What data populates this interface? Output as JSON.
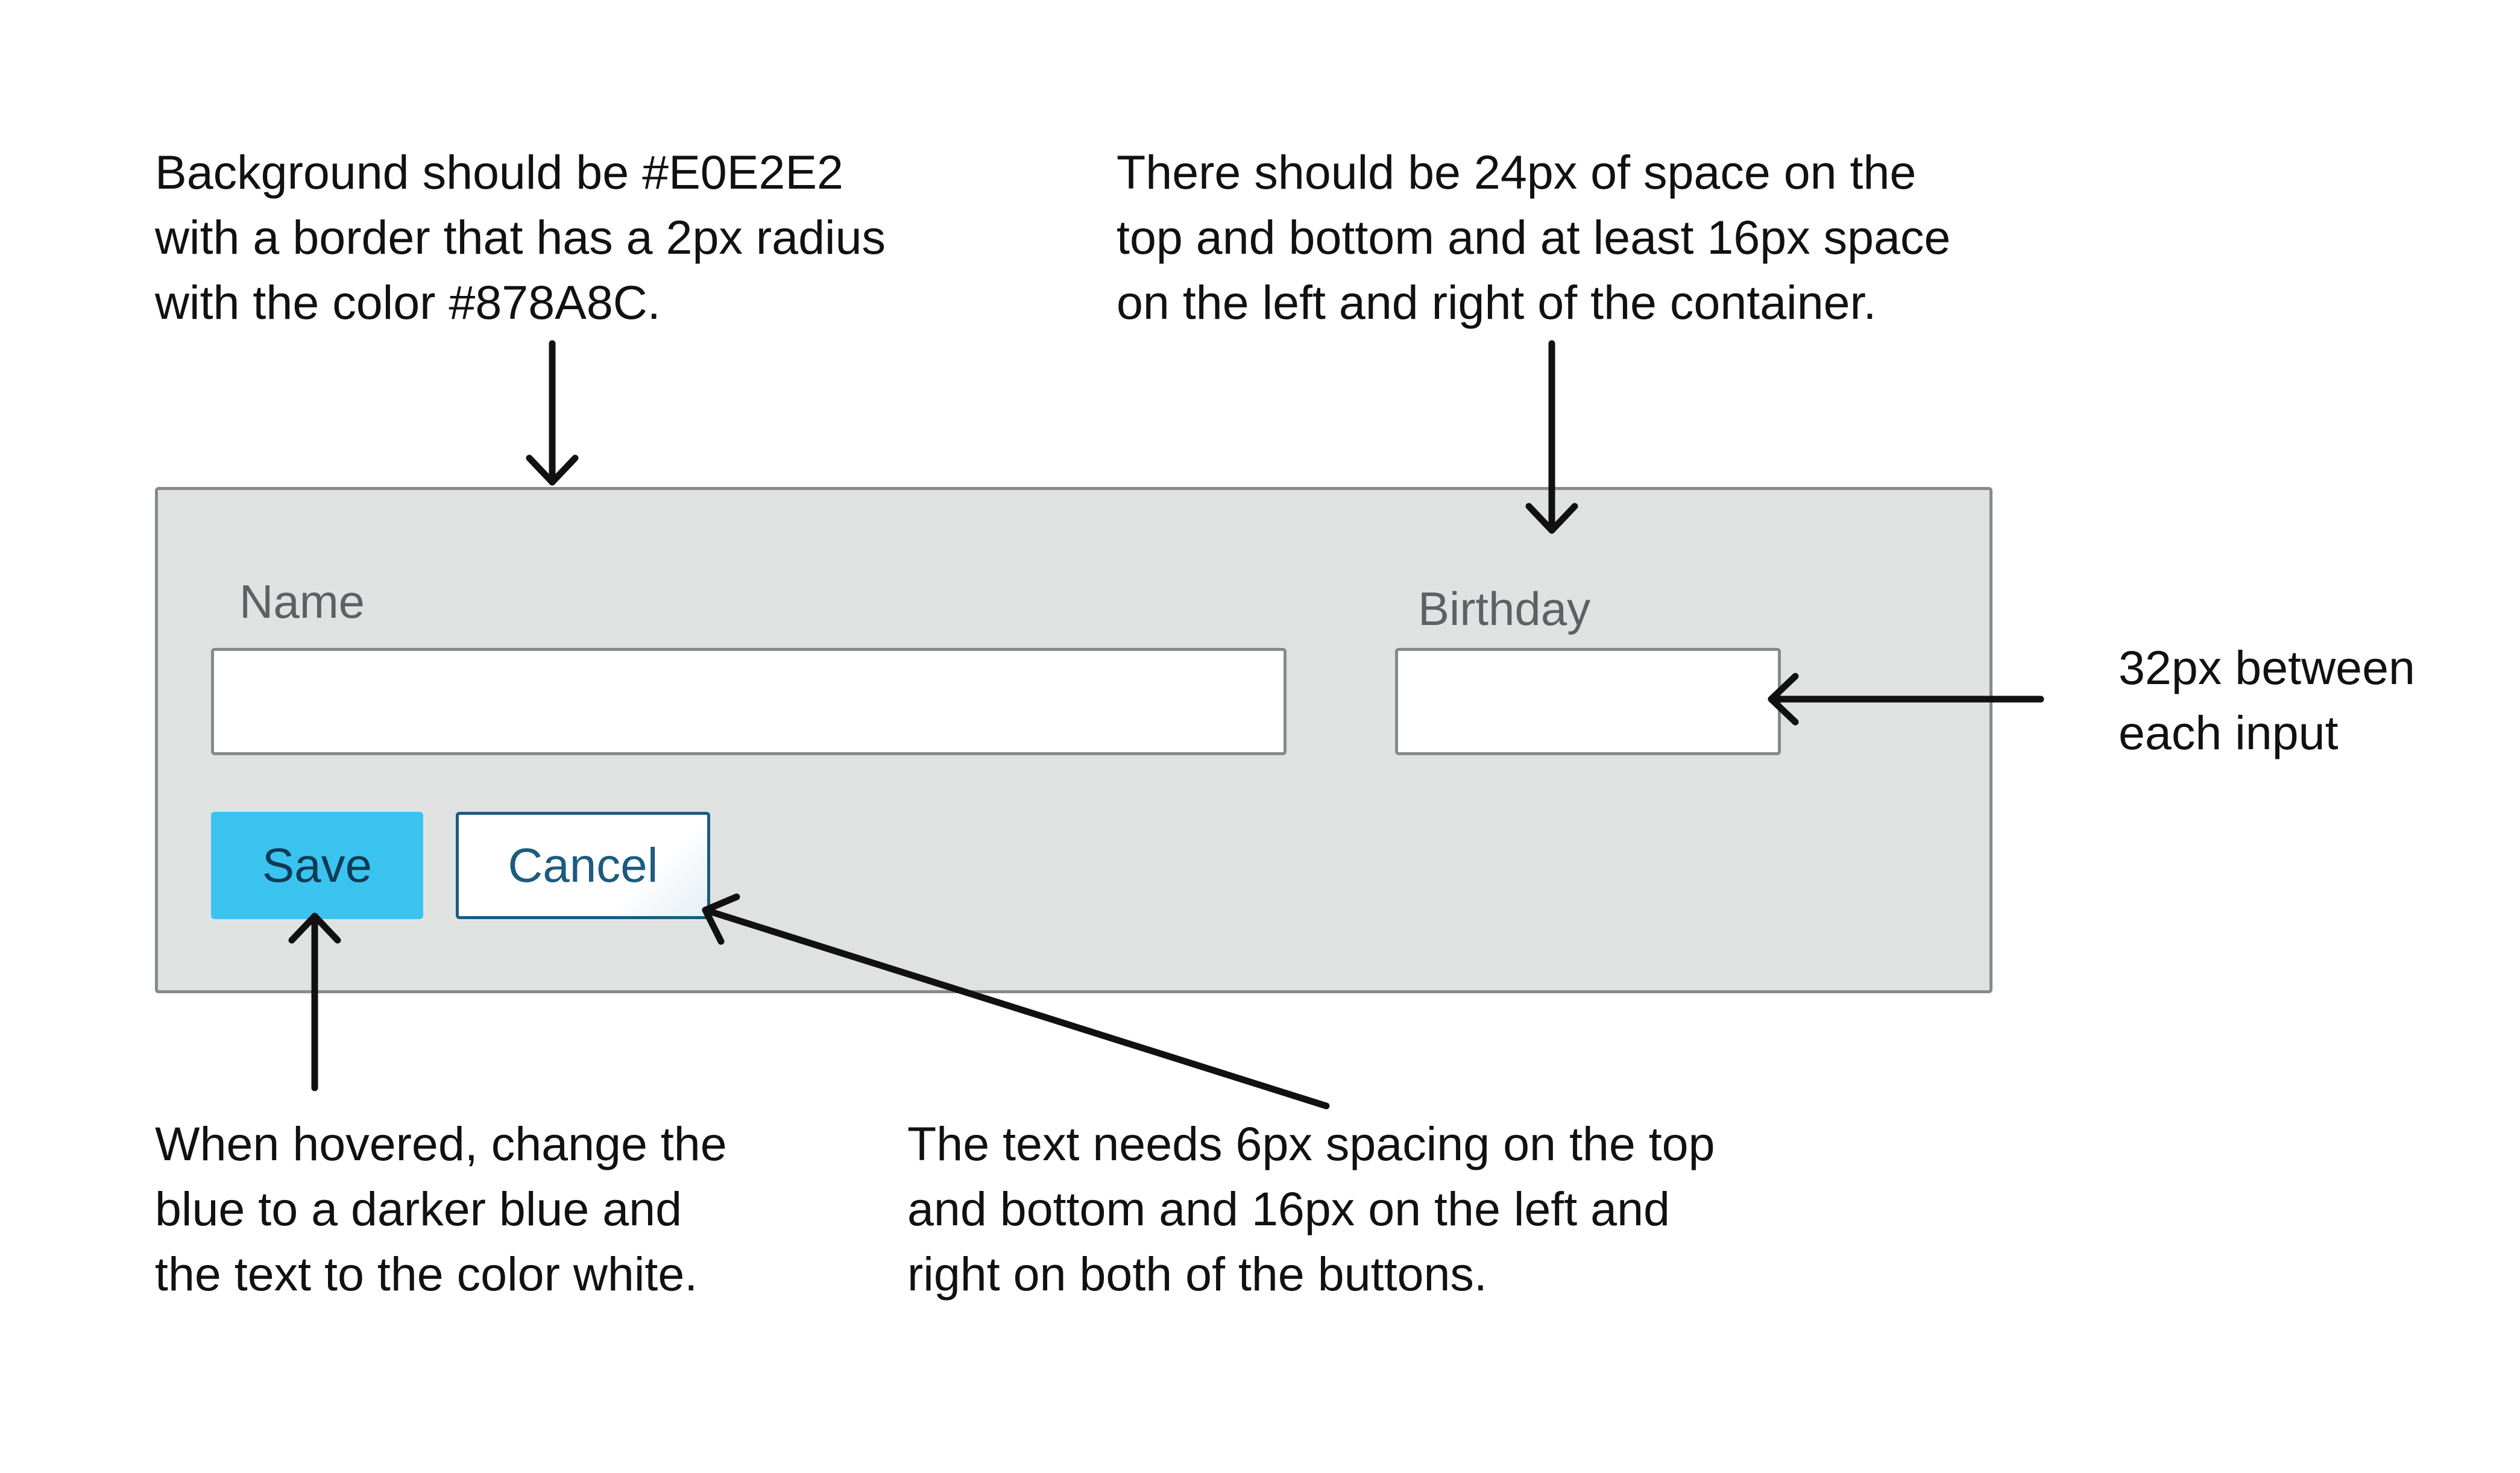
{
  "annotations": {
    "background": "Background should be #E0E2E2\nwith a border that has a 2px radius\nwith the color #878A8C.",
    "spacing": "There should be 24px of space on the\ntop and bottom and at least 16px space\non the left and right of the container.",
    "input_gap": "32px between\neach input",
    "hover": "When hovered, change the\nblue to a darker blue and\nthe text to the color white.",
    "button_padding": "The text needs 6px spacing on the top\nand bottom and 16px on the left and\nright on both of the buttons."
  },
  "form": {
    "name_label": "Name",
    "birthday_label": "Birthday",
    "name_value": "",
    "birthday_value": "",
    "save_label": "Save",
    "cancel_label": "Cancel"
  },
  "colors": {
    "container_background": "#E0E2E2",
    "container_border": "#878A8C",
    "save_button": "#3BC3F0",
    "cancel_border": "#1C5B80"
  },
  "icons": [
    "arrow-down-icon",
    "arrow-down-icon",
    "arrow-left-icon",
    "arrow-up-icon",
    "arrow-up-left-icon"
  ]
}
